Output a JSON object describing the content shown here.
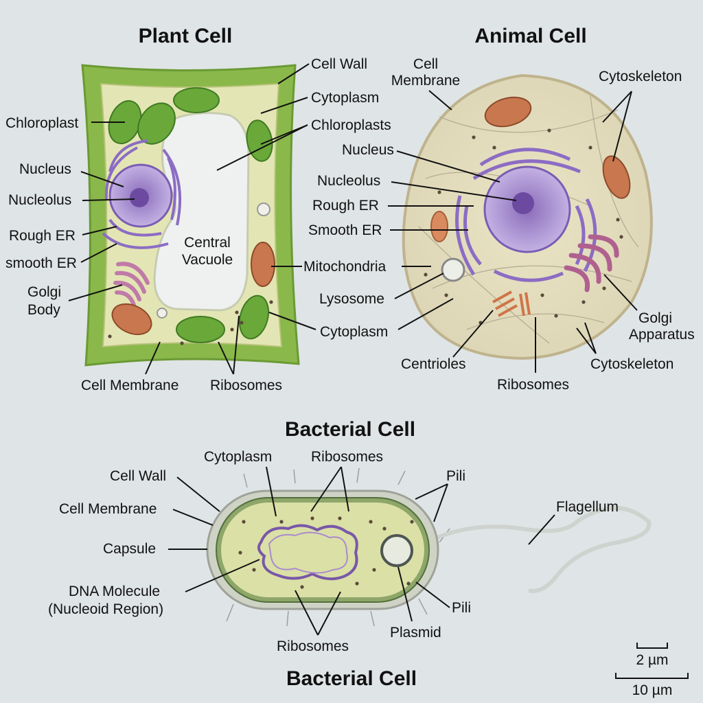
{
  "titles": {
    "plant": "Plant Cell",
    "animal": "Animal Cell",
    "bacterial": "Bacterial Cell",
    "bacterial_bottom": "Bacterial Cell"
  },
  "plant": {
    "cell_wall": "Cell Wall",
    "cytoplasm_top": "Cytoplasm",
    "chloroplasts": "Chloroplasts",
    "chloroplast": "Chloroplast",
    "nucleus": "Nucleus",
    "nucleolus": "Nucleolus",
    "rough_er": "Rough ER",
    "smooth_er": "smooth ER",
    "golgi_line1": "Golgi",
    "golgi_line2": "Body",
    "vacuole_line1": "Central",
    "vacuole_line2": "Vacuole",
    "mitochondria": "Mitochondria",
    "cytoplasm_bottom": "Cytoplasm",
    "cell_membrane": "Cell Membrane",
    "ribosomes": "Ribosomes"
  },
  "animal": {
    "membrane_line1": "Cell",
    "membrane_line2": "Membrane",
    "cytoskeleton_top": "Cytoskeleton",
    "nucleus": "Nucleus",
    "nucleolus": "Nucleolus",
    "rough_er": "Rough ER",
    "smooth_er": "Smooth ER",
    "lysosome": "Lysosome",
    "golgi_line1": "Golgi",
    "golgi_line2": "Apparatus",
    "centrioles": "Centrioles",
    "ribosomes": "Ribosomes",
    "cytoskeleton_bottom": "Cytoskeleton"
  },
  "bacterial": {
    "cytoplasm": "Cytoplasm",
    "ribosomes_top": "Ribosomes",
    "pili_top": "Pili",
    "cell_wall": "Cell Wall",
    "cell_membrane": "Cell Membrane",
    "flagellum": "Flagellum",
    "capsule": "Capsule",
    "dna_line1": "DNA Molecule",
    "dna_line2": "(Nucleoid Region)",
    "pili_bottom": "Pili",
    "plasmid": "Plasmid",
    "ribosomes_bottom": "Ribosomes"
  },
  "scale": {
    "small": "2 µm",
    "large": "10 µm"
  },
  "colors": {
    "background": "#dfe4e6",
    "cell_wall_green": "#8ab84a",
    "cytoplasm_yellow": "#e3e6b4",
    "chloroplast_green": "#6aa83a",
    "nucleus_purple": "#a78ad0",
    "er_purple": "#8c6cc4",
    "golgi_pink": "#c07aa8",
    "mitochondria_orange": "#c8774e",
    "animal_membrane": "#d8cfb2",
    "bacteria_body": "#dbe0a6"
  }
}
